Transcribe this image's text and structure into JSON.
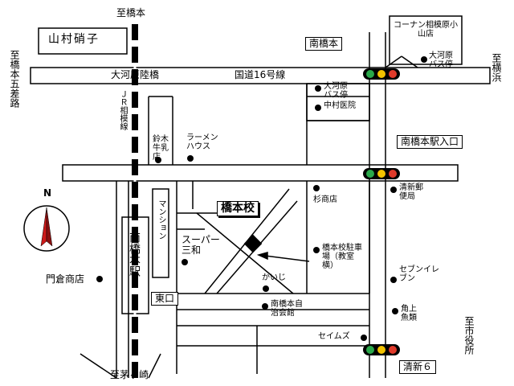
{
  "directions": {
    "north_top": "至橋本",
    "south_bottom": "至茅ヶ崎",
    "west": "至橋本五差路",
    "east": "至横浜",
    "southeast": "至市役所"
  },
  "roads": {
    "top_road_left": "大河原陸橋",
    "top_road_right": "国道16号線",
    "railway": "ＪＲ相模線"
  },
  "intersections": {
    "top": "南橋本",
    "middle": "南橋本駅入口",
    "bottom": "清新６"
  },
  "school": "橋本校",
  "station": "南橋本駅",
  "exit": "東口",
  "compass_label": "N",
  "places": {
    "yamamura": "山村硝子",
    "konan": "コーナン相模原小山店",
    "okawara_bus_right": "大河原バス停",
    "okawara_bus_left": "大河原バス停",
    "nakamura_clinic": "中村医院",
    "suzuki_milk": "鈴木牛乳店",
    "ramen": "ラーメンハウス",
    "mansion": "マンション",
    "super_sanwa": "スーパー三和",
    "kaiji": "かいじ",
    "sugi": "杉商店",
    "parking": "橋本校駐車場（教室横）",
    "post": "清新郵便局",
    "seven": "セブンイレブン",
    "kadogami": "角上魚類",
    "jichikai": "南橋本自治会館",
    "seims": "セイムズ",
    "monkura": "門倉商店"
  },
  "colors": {
    "signal_green": "#2aa84a",
    "signal_yellow": "#f2c200",
    "signal_red": "#e03a2a",
    "rail": "#000000",
    "compass_red": "#cc1a1a"
  }
}
